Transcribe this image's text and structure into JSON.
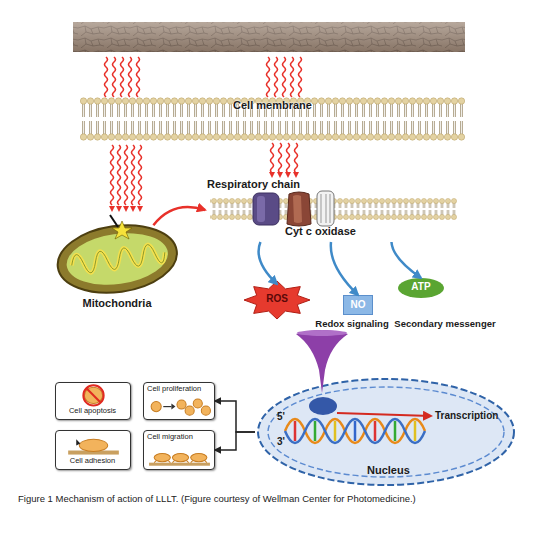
{
  "diagram": {
    "caption": "Figure 1 Mechanism of action of LLLT. (Figure courtesy of Wellman Center for Photomedicine.)",
    "nodes": [
      {
        "text": [
          "Cell membrane"
        ]
      },
      {
        "text": [
          "Respiratory chain",
          "Cyt c oxidase"
        ]
      },
      {
        "text": [
          "Mitochondria"
        ]
      },
      {
        "text": [
          "ROS"
        ]
      },
      {
        "text": [
          "NO"
        ]
      },
      {
        "text": [
          "ATP"
        ]
      },
      {
        "text": [
          "Cell apoptosis"
        ]
      },
      {
        "text": [
          "Cell proliferation"
        ]
      },
      {
        "text": [
          "Cell adhesion"
        ]
      },
      {
        "text": [
          "Cell migration"
        ]
      },
      {
        "text": [
          "5'",
          "Transcription",
          "3'",
          "Nucleus"
        ]
      }
    ],
    "edges": [
      {
        "from": 2,
        "to": 1,
        "arrow": "to"
      },
      {
        "from": 1,
        "to": 3,
        "arrow": "to"
      },
      {
        "from": 1,
        "to": 4,
        "arrow": "to"
      },
      {
        "from": 1,
        "to": 5,
        "arrow": "to"
      },
      {
        "from": 10,
        "to": 7,
        "arrow": "to"
      },
      {
        "from": 10,
        "to": 9,
        "arrow": "to"
      }
    ],
    "labels": [
      "Redox signaling",
      "Secondary messenger"
    ]
  }
}
